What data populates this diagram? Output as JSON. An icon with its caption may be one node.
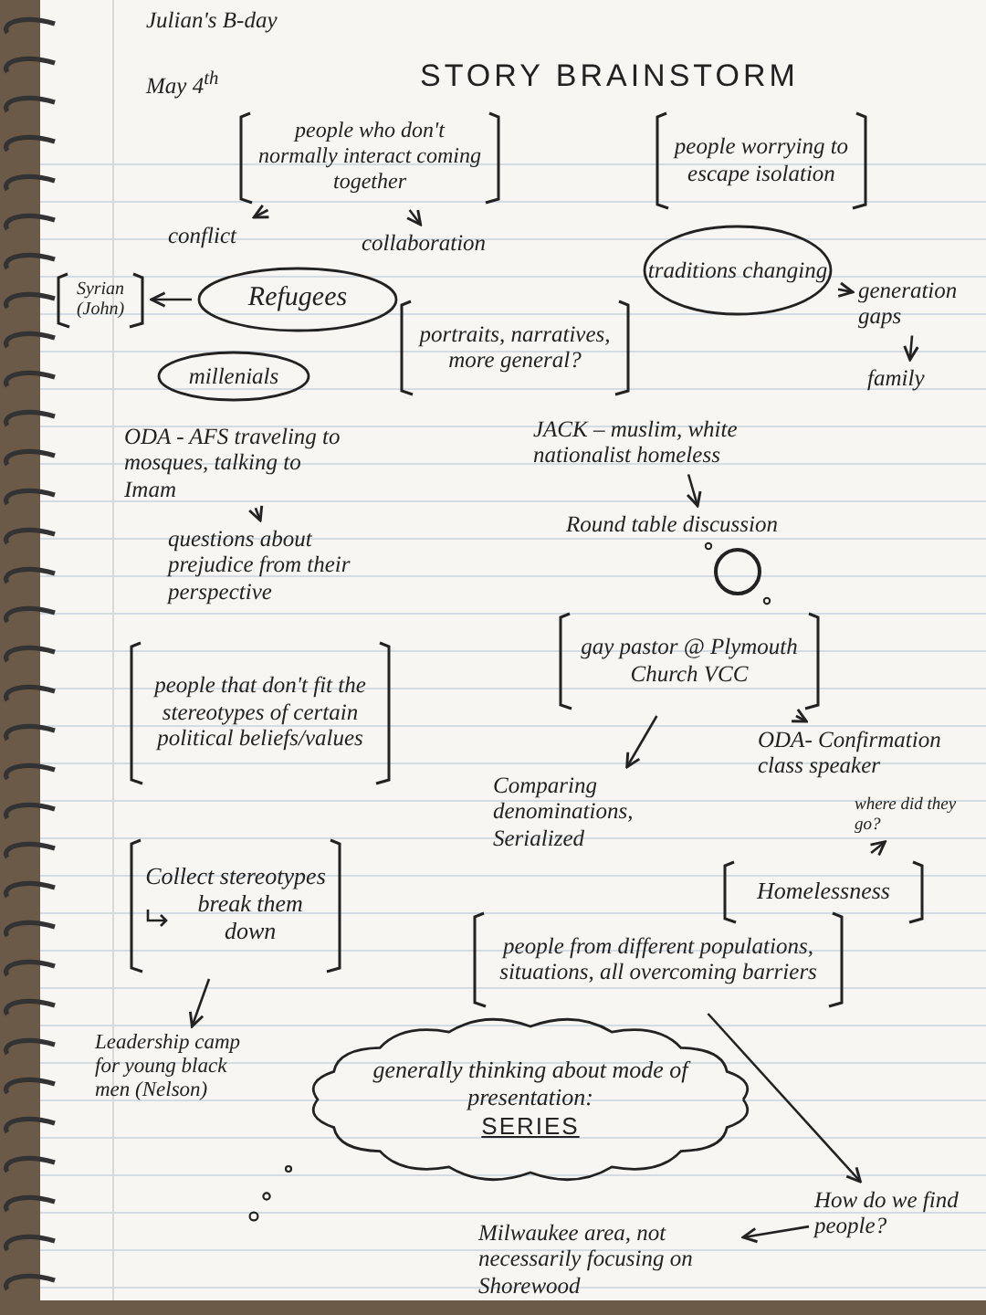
{
  "diagram": {
    "title": "STORY BRAINSTORM",
    "nodes": [
      {
        "text": [
          "people who don't normally interact coming together"
        ]
      },
      {
        "text": [
          "conflict"
        ]
      },
      {
        "text": [
          "collaboration"
        ]
      },
      {
        "text": [
          "Refugees"
        ]
      },
      {
        "text": [
          "Syrian (John)"
        ]
      },
      {
        "text": [
          "millenials"
        ]
      },
      {
        "text": [
          "portraits, narratives, more general?"
        ]
      },
      {
        "text": [
          "people worrying to escape isolation"
        ]
      },
      {
        "text": [
          "traditions changing"
        ]
      },
      {
        "text": [
          "generation gaps"
        ]
      },
      {
        "text": [
          "family"
        ]
      },
      {
        "text": [
          "ODA - AFS traveling to mosques, talking to Imam"
        ]
      },
      {
        "text": [
          "questions about prejudice from their perspective"
        ]
      },
      {
        "text": [
          "JACK – muslim, white nationalist homeless"
        ]
      },
      {
        "text": [
          "Round table discussion"
        ]
      },
      {
        "text": [
          "gay pastor @ Plymouth Church VCC"
        ]
      },
      {
        "text": [
          "Comparing denominations, Serialized"
        ]
      },
      {
        "text": [
          "ODA- Confirmation class speaker"
        ]
      },
      {
        "text": [
          "people that don't fit the stereotypes of certain political beliefs/values"
        ]
      },
      {
        "text": [
          "Collect stereotypes",
          "break them down"
        ]
      },
      {
        "text": [
          "Leadership camp for young black men (Nelson)"
        ]
      },
      {
        "text": [
          "Homelessness"
        ]
      },
      {
        "text": [
          "where did they go?"
        ]
      },
      {
        "text": [
          "people from different populations, situations, all overcoming barriers"
        ]
      },
      {
        "text": [
          "generally thinking about mode of presentation:",
          "SERIES"
        ]
      },
      {
        "text": [
          "How do we find people?"
        ]
      },
      {
        "text": [
          "Milwaukee area, not necessarily focusing on Shorewood"
        ]
      }
    ],
    "edges": [
      {
        "from": 0,
        "to": 1,
        "arrow": "to"
      },
      {
        "from": 0,
        "to": 2,
        "arrow": "to"
      },
      {
        "from": 3,
        "to": 4,
        "arrow": "to"
      },
      {
        "from": 8,
        "to": 9,
        "arrow": "to"
      },
      {
        "from": 9,
        "to": 10,
        "arrow": "to"
      },
      {
        "from": 11,
        "to": 12,
        "arrow": "to"
      },
      {
        "from": 13,
        "to": 14,
        "arrow": "to"
      },
      {
        "from": 15,
        "to": 16,
        "arrow": "to"
      },
      {
        "from": 15,
        "to": 17,
        "arrow": "to"
      },
      {
        "from": 19,
        "to": 20,
        "arrow": "to"
      },
      {
        "from": 21,
        "to": 22,
        "arrow": "to"
      },
      {
        "from": 23,
        "to": 25,
        "arrow": "to"
      },
      {
        "from": 25,
        "to": 26,
        "arrow": "to"
      }
    ],
    "labels": [
      "Julian's B-day",
      "May 4$^{th}$"
    ]
  }
}
